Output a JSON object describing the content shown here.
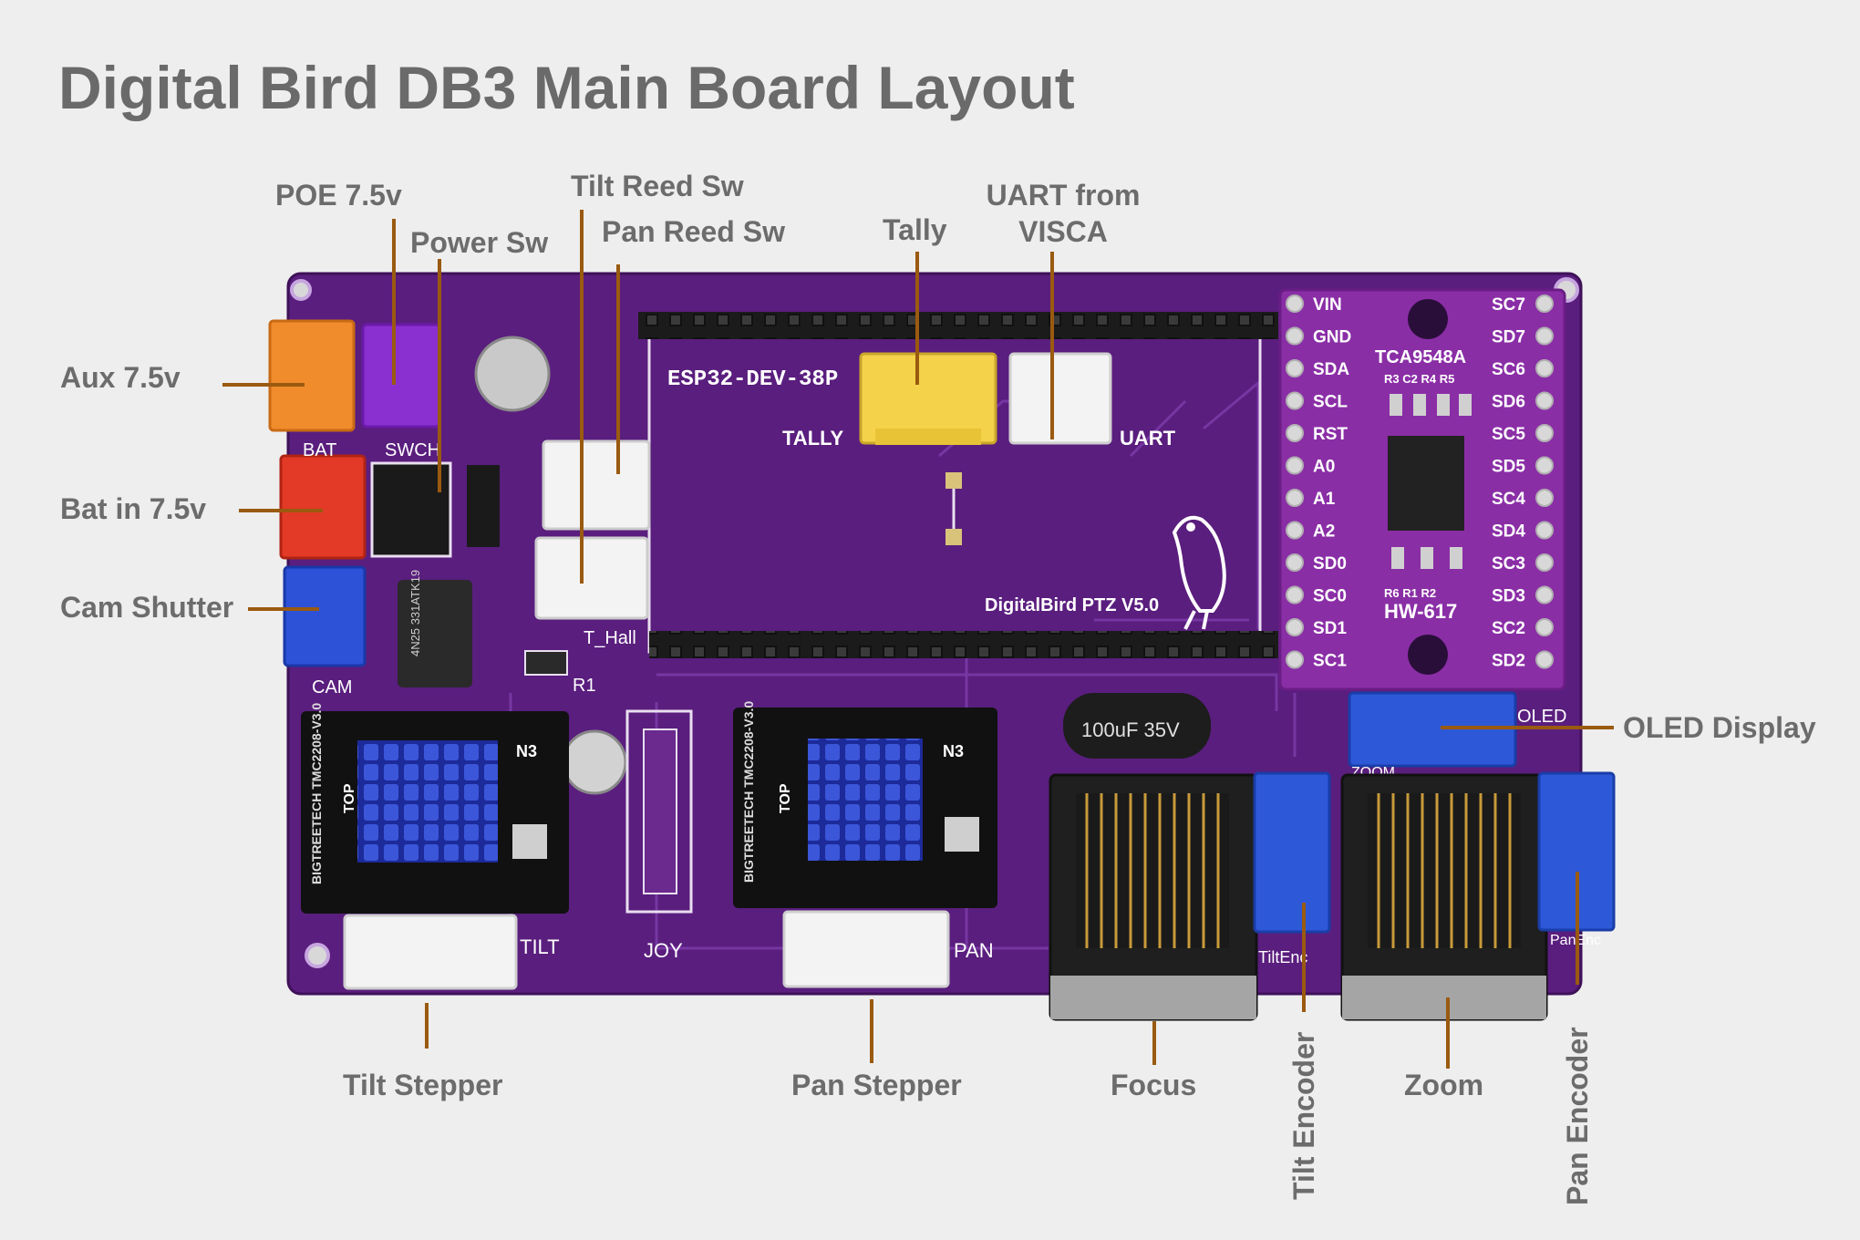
{
  "title": "Digital Bird DB3 Main Board Layout",
  "colors": {
    "background": "#eeeeee",
    "pcb": "#5a1e7e",
    "label_text": "#6c6c6c",
    "leader": "#9a5a10"
  },
  "callouts": {
    "poe": "POE 7.5v",
    "power_sw": "Power Sw",
    "tilt_reed": "Tilt Reed Sw",
    "pan_reed": "Pan Reed Sw",
    "tally": "Tally",
    "uart_line1": "UART from",
    "uart_line2": "VISCA",
    "aux": "Aux 7.5v",
    "bat_in": "Bat in 7.5v",
    "cam_shutter": "Cam Shutter",
    "oled": "OLED Display",
    "tilt_stepper": "Tilt Stepper",
    "pan_stepper": "Pan Stepper",
    "focus": "Focus",
    "tilt_encoder": "Tilt Encoder",
    "zoom": "Zoom",
    "pan_encoder": "Pan Encoder"
  },
  "silkscreen": {
    "esp32": "ESP32-DEV-38P",
    "tally": "TALLY",
    "uart": "UART",
    "brand": "DigitalBird PTZ V5.0",
    "bat": "BAT",
    "swch": "SWCH",
    "cam": "CAM",
    "r1": "R1",
    "t_hall": "T_Hall",
    "tilt": "TILT",
    "joy": "JOY",
    "pan": "PAN",
    "oled": "OLED",
    "zoom": "ZOOM",
    "tilt_enc": "TiltEnc",
    "pan_enc": "PanEnc",
    "n3": "N3",
    "optocoupler": "4N25 331ATK19",
    "capacitor": "100uF 35V",
    "driver": "BIGTREETECH TMC2208-V3.0",
    "top": "TOP"
  },
  "mux_module": {
    "chip": "TCA9548A",
    "model": "HW-617",
    "resistors_top": "R3 C2 R4 R5",
    "resistors_bottom": "R6 R1 R2",
    "left_pins": [
      "VIN",
      "GND",
      "SDA",
      "SCL",
      "RST",
      "A0",
      "A1",
      "A2",
      "SD0",
      "SC0",
      "SD1",
      "SC1"
    ],
    "right_pins": [
      "SC7",
      "SD7",
      "SC6",
      "SD6",
      "SC5",
      "SD5",
      "SC4",
      "SD4",
      "SC3",
      "SD3",
      "SC2",
      "SD2"
    ]
  }
}
